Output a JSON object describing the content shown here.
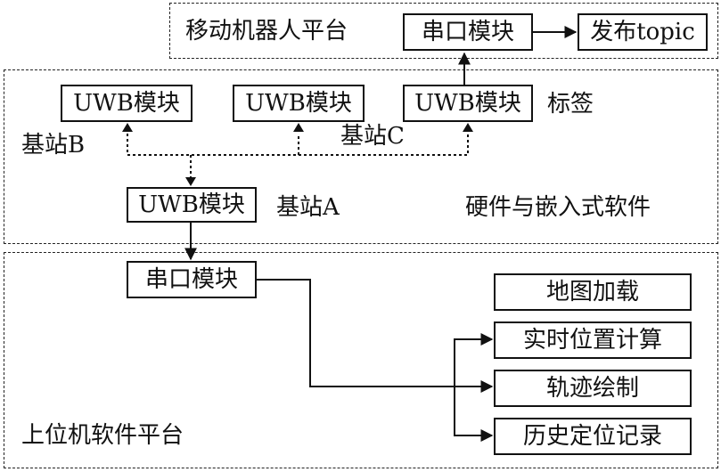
{
  "top_region": {
    "label": "移动机器人平台",
    "serial_module": "串口模块",
    "publish_topic": "发布topic"
  },
  "middle_region": {
    "label": "硬件与嵌入式软件",
    "uwb_module_b": "UWB模块",
    "uwb_module_c": "UWB模块",
    "uwb_module_tag": "UWB模块",
    "uwb_module_a": "UWB模块",
    "base_station_b": "基站B",
    "base_station_c": "基站C",
    "base_station_a": "基站A",
    "tag": "标签"
  },
  "bottom_region": {
    "label": "上位机软件平台",
    "serial_module": "串口模块",
    "functions": [
      "地图加载",
      "实时位置计算",
      "轨迹绘制",
      "历史定位记录"
    ]
  }
}
